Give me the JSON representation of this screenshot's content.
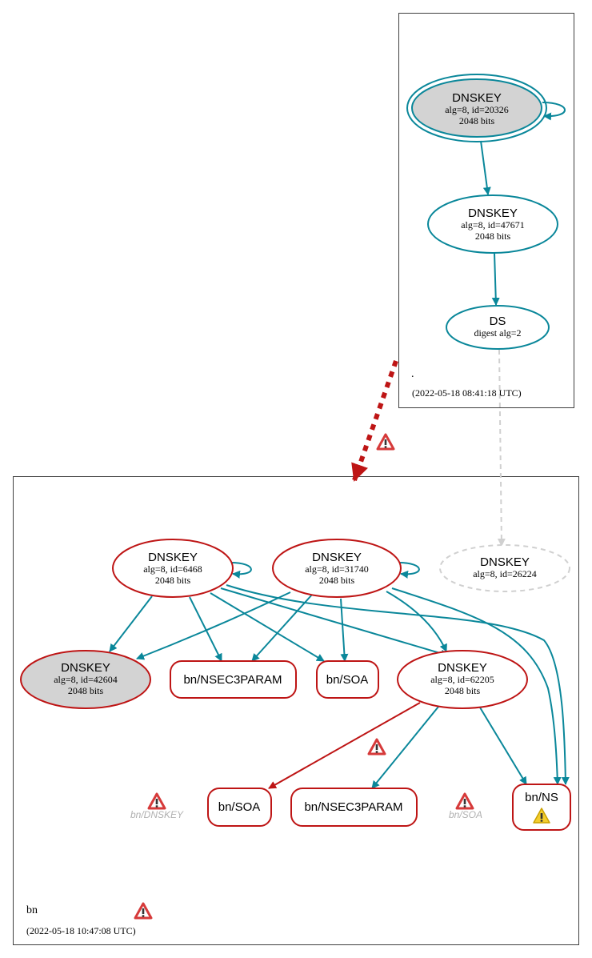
{
  "colors": {
    "secure": "#0a879a",
    "bogus": "#be1515",
    "insecure_dashed": "#d0d0d0",
    "key_fill_sep": "#d3d3d3",
    "warning_red": "#d63a3a",
    "warning_yellow": "#f3cd2e",
    "muted_text": "#b0b0b0",
    "zone_border": "#404040"
  },
  "root_zone": {
    "name": ".",
    "timestamp": "(2022-05-18 08:41:18 UTC)",
    "ksk": {
      "title": "DNSKEY",
      "detail": "alg=8, id=20326",
      "size": "2048 bits"
    },
    "zsk": {
      "title": "DNSKEY",
      "detail": "alg=8, id=47671",
      "size": "2048 bits"
    },
    "ds": {
      "title": "DS",
      "detail": "digest alg=2"
    }
  },
  "bn_zone": {
    "name": "bn",
    "timestamp": "(2022-05-18 10:47:08 UTC)",
    "key_6468": {
      "title": "DNSKEY",
      "detail": "alg=8, id=6468",
      "size": "2048 bits"
    },
    "key_31740": {
      "title": "DNSKEY",
      "detail": "alg=8, id=31740",
      "size": "2048 bits"
    },
    "key_26224": {
      "title": "DNSKEY",
      "detail": "alg=8, id=26224"
    },
    "key_42604": {
      "title": "DNSKEY",
      "detail": "alg=8, id=42604",
      "size": "2048 bits"
    },
    "key_62205": {
      "title": "DNSKEY",
      "detail": "alg=8, id=62205",
      "size": "2048 bits"
    },
    "rr_nsec3param_1": "bn/NSEC3PARAM",
    "rr_soa_1": "bn/SOA",
    "rr_soa_2": "bn/SOA",
    "rr_nsec3param_2": "bn/NSEC3PARAM",
    "rr_ns": "bn/NS",
    "missing_dnskey": "bn/DNSKEY",
    "missing_soa": "bn/SOA"
  }
}
